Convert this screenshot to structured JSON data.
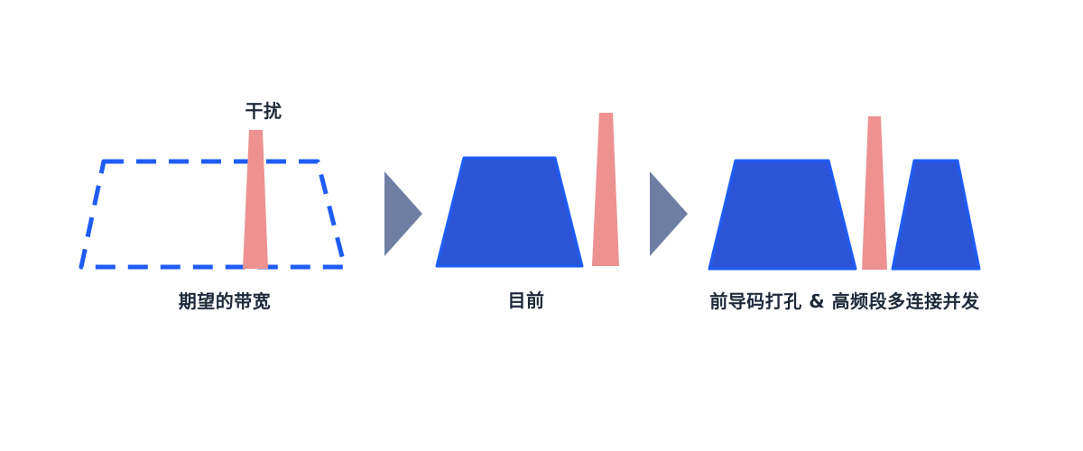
{
  "diagram": {
    "colors": {
      "band_fill": "#2b55d6",
      "band_stroke": "#1f5cf5",
      "interference": "#ed9291",
      "arrow": "#6f7fa3",
      "text": "#1e2a3a"
    },
    "panels": [
      {
        "id": "desired",
        "label": "期望的带宽",
        "top_label": "干扰",
        "band_style": "dashed"
      },
      {
        "id": "current",
        "label": "目前",
        "band_style": "solid"
      },
      {
        "id": "improved",
        "label": "前导码打孔 & 高频段多连接并发",
        "band_style": "solid-split"
      }
    ],
    "arrows": [
      "arrow-right",
      "arrow-right"
    ]
  }
}
